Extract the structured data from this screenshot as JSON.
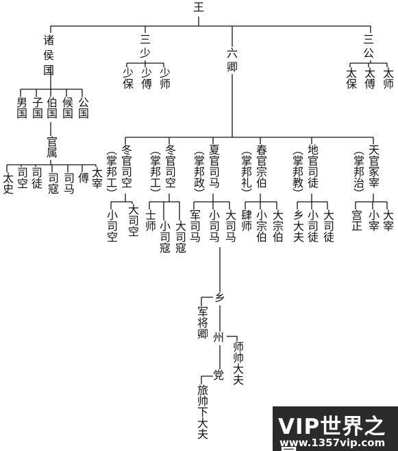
{
  "diagram": {
    "root": "王",
    "level1": {
      "zhuhou": "诸侯国",
      "san_shao": "三少",
      "liu_qing": "六卿",
      "san_gong": "三公"
    },
    "zhuhou_children": [
      "男国",
      "子国",
      "伯国",
      "候国",
      "公国"
    ],
    "guanshu": "官属",
    "guanshu_children": [
      "太史",
      "司空",
      "司徒",
      "司寇",
      "司马",
      "傅",
      "太宰"
    ],
    "san_shao_children": [
      "少保",
      "少傅",
      "少师"
    ],
    "san_gong_children": [
      "太保",
      "太傅",
      "太师"
    ],
    "liu_qing_children": [
      {
        "title": "冬官司空",
        "role": "（掌邦工）",
        "subs": [
          "小司空",
          "大司空"
        ]
      },
      {
        "title": "冬官司空",
        "role": "（掌邦工）",
        "subs": [
          "士师",
          "小司寇",
          "大司寇"
        ]
      },
      {
        "title": "夏官司马",
        "role": "（掌邦政）",
        "subs": [
          "军司马",
          "小司马",
          "大司马"
        ]
      },
      {
        "title": "春官宗伯",
        "role": "（掌邦礼）",
        "subs": [
          "肆师",
          "小宗伯",
          "大宗伯"
        ]
      },
      {
        "title": "地官司徒",
        "role": "（掌邦教）",
        "subs": [
          "乡大夫",
          "小司徒",
          "大司徒"
        ]
      },
      {
        "title": "天官冢宰",
        "role": "（掌邦治）",
        "subs": [
          "宫正",
          "小宰",
          "大宰"
        ]
      }
    ],
    "chain": {
      "xiang": "乡",
      "jun_jiang_qing": "军将卿",
      "zhou": "州",
      "shi_shuai": "师帅大夫",
      "dang": "党",
      "lv_shuai": "旅帅下大夫"
    }
  },
  "watermark": {
    "brand": "VIP世界之最",
    "url": "www.1357vip.com"
  }
}
